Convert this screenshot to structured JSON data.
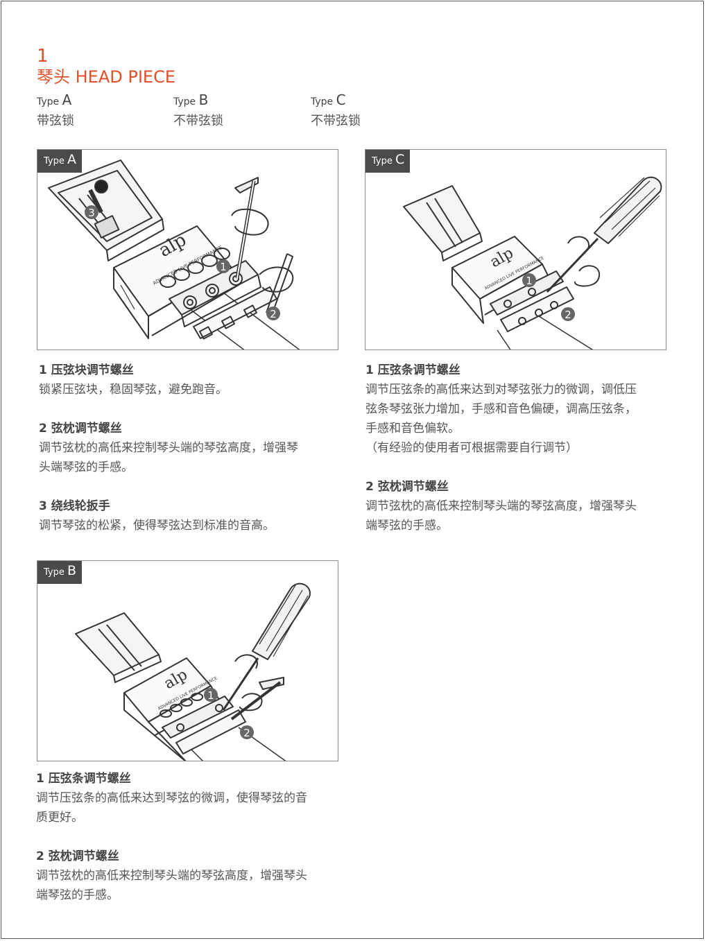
{
  "section": {
    "number": "1",
    "title": "琴头 HEAD PIECE"
  },
  "types": [
    {
      "prefix": "Type",
      "letter": "A",
      "desc": "带弦锁"
    },
    {
      "prefix": "Type",
      "letter": "B",
      "desc": "不带弦锁"
    },
    {
      "prefix": "Type",
      "letter": "C",
      "desc": "不带弦锁"
    }
  ],
  "figures": {
    "a": {
      "tag_prefix": "Type",
      "tag_letter": "A",
      "brand": "ADVANCED LIVE PERFORMANCE",
      "logo": "alp",
      "callouts": [
        "1",
        "2",
        "3"
      ]
    },
    "c": {
      "tag_prefix": "Type",
      "tag_letter": "C",
      "brand": "ADVANCED LIVE PERFORMANCE",
      "logo": "alp",
      "callouts": [
        "1",
        "2"
      ]
    },
    "b": {
      "tag_prefix": "Type",
      "tag_letter": "B",
      "brand": "ADVANCED LIVE PERFORMANCE",
      "logo": "alp",
      "callouts": [
        "1",
        "2"
      ]
    }
  },
  "desc_a": [
    {
      "title": "1 压弦块调节螺丝",
      "lines": [
        "锁紧压弦块，稳固琴弦，避免跑音。"
      ]
    },
    {
      "title": "2 弦枕调节螺丝",
      "lines": [
        "调节弦枕的高低来控制琴头端的琴弦高度，增强琴",
        "头端琴弦的手感。"
      ]
    },
    {
      "title": "3 绕线轮扳手",
      "lines": [
        "调节琴弦的松紧，使得琴弦达到标准的音高。"
      ]
    }
  ],
  "desc_c": [
    {
      "title": "1 压弦条调节螺丝",
      "lines": [
        "调节压弦条的高低来达到对琴弦张力的微调，调低压",
        "弦条琴弦张力增加，手感和音色偏硬，调高压弦条，",
        "手感和音色偏软。",
        "（有经验的使用者可根据需要自行调节）"
      ]
    },
    {
      "title": "2 弦枕调节螺丝",
      "lines": [
        "调节弦枕的高低来控制琴头端的琴弦高度，增强琴头",
        "端琴弦的手感。"
      ]
    }
  ],
  "desc_b": [
    {
      "title": "1 压弦条调节螺丝",
      "lines": [
        "调节压弦条的高低来达到琴弦的微调，使得琴弦的音",
        "质更好。"
      ]
    },
    {
      "title": "2 弦枕调节螺丝",
      "lines": [
        "调节弦枕的高低来控制琴头端的琴弦高度，增强琴头",
        "端琴弦的手感。"
      ]
    }
  ]
}
